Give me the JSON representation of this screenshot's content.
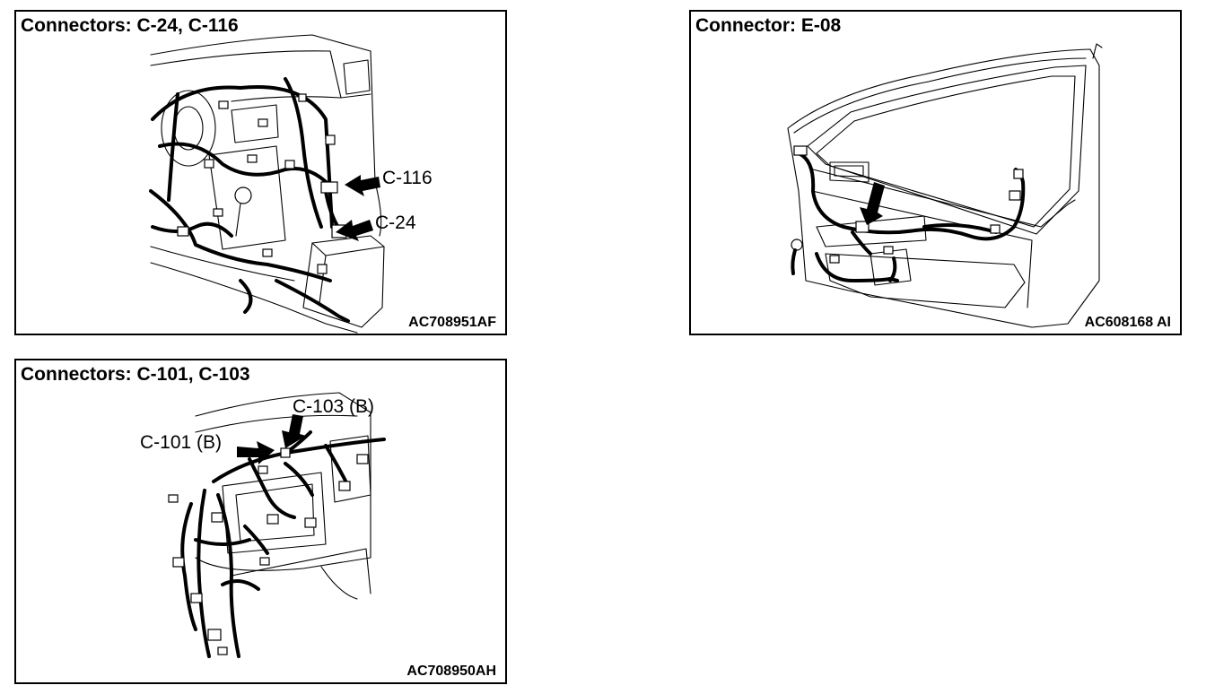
{
  "panels": [
    {
      "title": "Connectors: C-24, C-116",
      "code": "AC708951AF",
      "callouts": [
        "C-116",
        "C-24"
      ]
    },
    {
      "title": "Connector: E-08",
      "code": "AC608168 AI",
      "callouts": []
    },
    {
      "title": "Connectors: C-101, C-103",
      "code": "AC708950AH",
      "callouts": [
        "C-103 (B)",
        "C-101 (B)"
      ]
    }
  ]
}
